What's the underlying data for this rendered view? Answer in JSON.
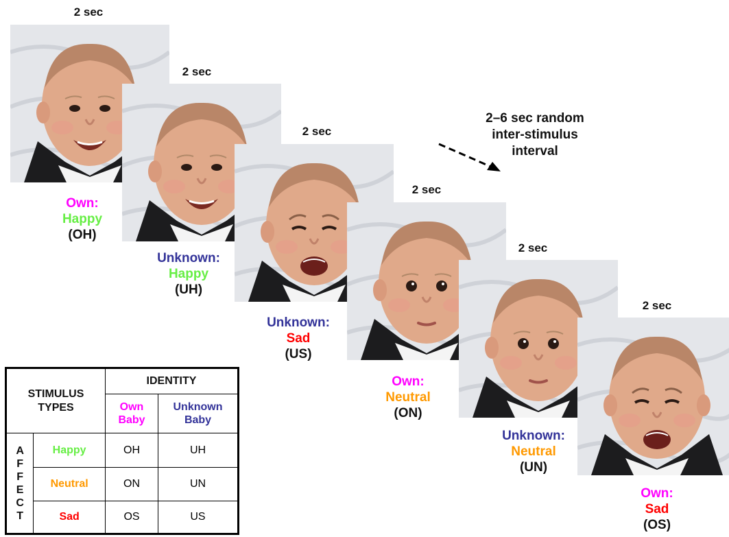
{
  "colors": {
    "own": "#ff00ff",
    "unknown": "#333399",
    "happy": "#66ee44",
    "neutral": "#ff9900",
    "sad": "#ff0000"
  },
  "isi_label": [
    "2–6 sec random",
    "inter-stimulus",
    "interval"
  ],
  "frames": [
    {
      "duration": "2 sec",
      "identity": "Own:",
      "identity_key": "own",
      "affect": "Happy",
      "affect_key": "happy",
      "code": "(OH)",
      "expression": "happy"
    },
    {
      "duration": "2 sec",
      "identity": "Unknown:",
      "identity_key": "unknown",
      "affect": "Happy",
      "affect_key": "happy",
      "code": "(UH)",
      "expression": "happy"
    },
    {
      "duration": "2 sec",
      "identity": "Unknown:",
      "identity_key": "unknown",
      "affect": "Sad",
      "affect_key": "sad",
      "code": "(US)",
      "expression": "sad"
    },
    {
      "duration": "2 sec",
      "identity": "Own:",
      "identity_key": "own",
      "affect": "Neutral",
      "affect_key": "neutral",
      "code": "(ON)",
      "expression": "neutral"
    },
    {
      "duration": "2 sec",
      "identity": "Unknown:",
      "identity_key": "unknown",
      "affect": "Neutral",
      "affect_key": "neutral",
      "code": "(UN)",
      "expression": "neutral"
    },
    {
      "duration": "2 sec",
      "identity": "Own:",
      "identity_key": "own",
      "affect": "Sad",
      "affect_key": "sad",
      "code": "(OS)",
      "expression": "sad"
    }
  ],
  "table": {
    "header_left": [
      "STIMULUS",
      "TYPES"
    ],
    "header_identity": "IDENTITY",
    "col_own": [
      "Own",
      "Baby"
    ],
    "col_unknown": [
      "Unknown",
      "Baby"
    ],
    "affect_letters": [
      "A",
      "F",
      "F",
      "E",
      "C",
      "T"
    ],
    "rows": [
      {
        "label": "Happy",
        "key": "happy",
        "own": "OH",
        "unknown": "UH"
      },
      {
        "label": "Neutral",
        "key": "neutral",
        "own": "ON",
        "unknown": "UN"
      },
      {
        "label": "Sad",
        "key": "sad",
        "own": "OS",
        "unknown": "US"
      }
    ]
  }
}
